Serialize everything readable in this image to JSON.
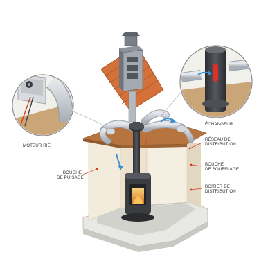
{
  "labels": {
    "moteur": "MOTEUR RIE",
    "echangeur": "ÉCHANGEUR",
    "reseau": [
      "RÉSEAU DE",
      "DISTRIBUTION"
    ],
    "bouche_soufflage": [
      "BOUCHE",
      "DE SOUFFLAGE"
    ],
    "boitier": [
      "BOÎTIER DE",
      "DISTRIBUTION"
    ],
    "bouche_puisage": [
      "BOUCHE",
      "DE PUISAGE"
    ]
  },
  "colors": {
    "duct": "#c7ccd3",
    "stove": "#3a3c40",
    "fire": "#e9a23b",
    "roof": "#d4713a",
    "wall": "#f1e9d9",
    "floor": "#dcdcd8",
    "airflow": "#3b8fd0",
    "leader": "#d04020"
  }
}
